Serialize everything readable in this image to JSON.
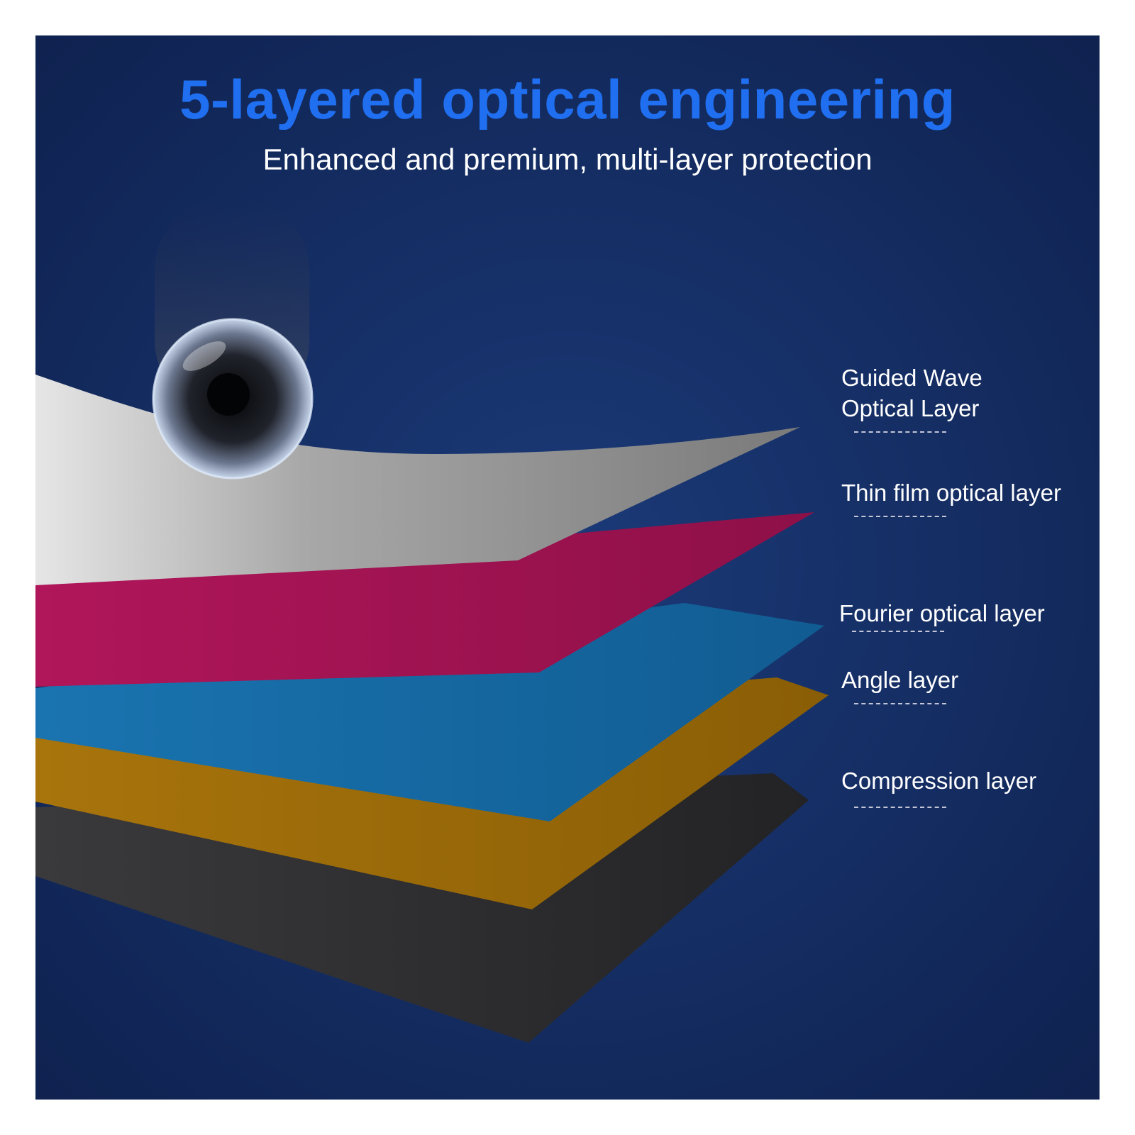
{
  "header": {
    "title": "5-layered optical engineering",
    "subtitle": "Enhanced and premium, multi-layer protection"
  },
  "layers": [
    {
      "label": "Guided Wave Optical Layer",
      "color": "#8f8f8f"
    },
    {
      "label": "Thin film optical layer",
      "color": "#a01452"
    },
    {
      "label": "Fourier optical layer",
      "color": "#1468a0"
    },
    {
      "label": "Angle layer",
      "color": "#9a6808"
    },
    {
      "label": "Compression layer",
      "color": "#2c2c2e"
    }
  ],
  "colors": {
    "background": "#13295a",
    "title": "#1f6ff0",
    "text": "#ffffff"
  },
  "icons": [
    "camera-lens-icon"
  ]
}
